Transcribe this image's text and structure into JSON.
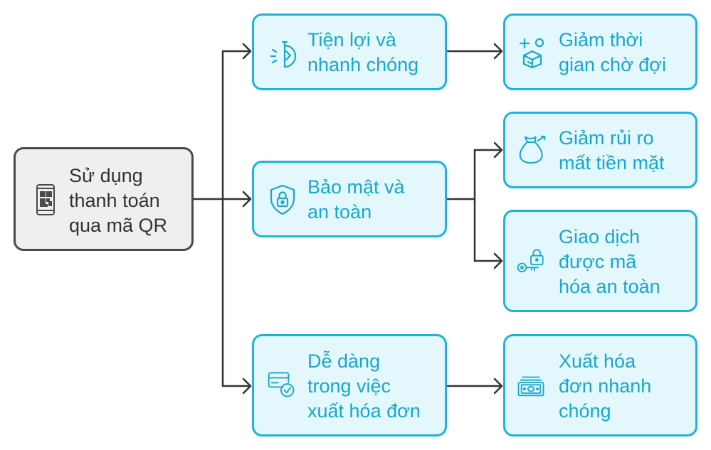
{
  "colors": {
    "accent": "#1ab4dc",
    "node_fill": "#e3f7fc",
    "text_blue": "#18a7cf",
    "root_fill": "#efefef",
    "root_border": "#4a4a4a",
    "connector": "#333333"
  },
  "root": {
    "label": "Sử dụng\nthanh toán\nqua mã QR",
    "icon": "qr-phone-icon"
  },
  "branches": [
    {
      "id": "convenience",
      "label": "Tiện lợi và\nnhanh chóng",
      "icon": "stopwatch-icon",
      "children": [
        {
          "id": "reduce-wait",
          "label": "Giảm thời\ngian chờ đợi",
          "icon": "time-saving-icon"
        }
      ]
    },
    {
      "id": "security",
      "label": "Bảo mật và\nan toàn",
      "icon": "shield-lock-icon",
      "children": [
        {
          "id": "reduce-cash-risk",
          "label": "Giảm rủi ro\nmất tiền mặt",
          "icon": "money-bag-icon"
        },
        {
          "id": "encrypted",
          "label": "Giao dịch\nđược mã\nhóa an toàn",
          "icon": "key-lock-icon"
        }
      ]
    },
    {
      "id": "invoicing",
      "label": "Dễ dàng\ntrong việc\nxuất hóa đơn",
      "icon": "card-check-icon",
      "children": [
        {
          "id": "fast-invoice",
          "label": "Xuất hóa\nđơn nhanh\nchóng",
          "icon": "banknote-icon"
        }
      ]
    }
  ]
}
